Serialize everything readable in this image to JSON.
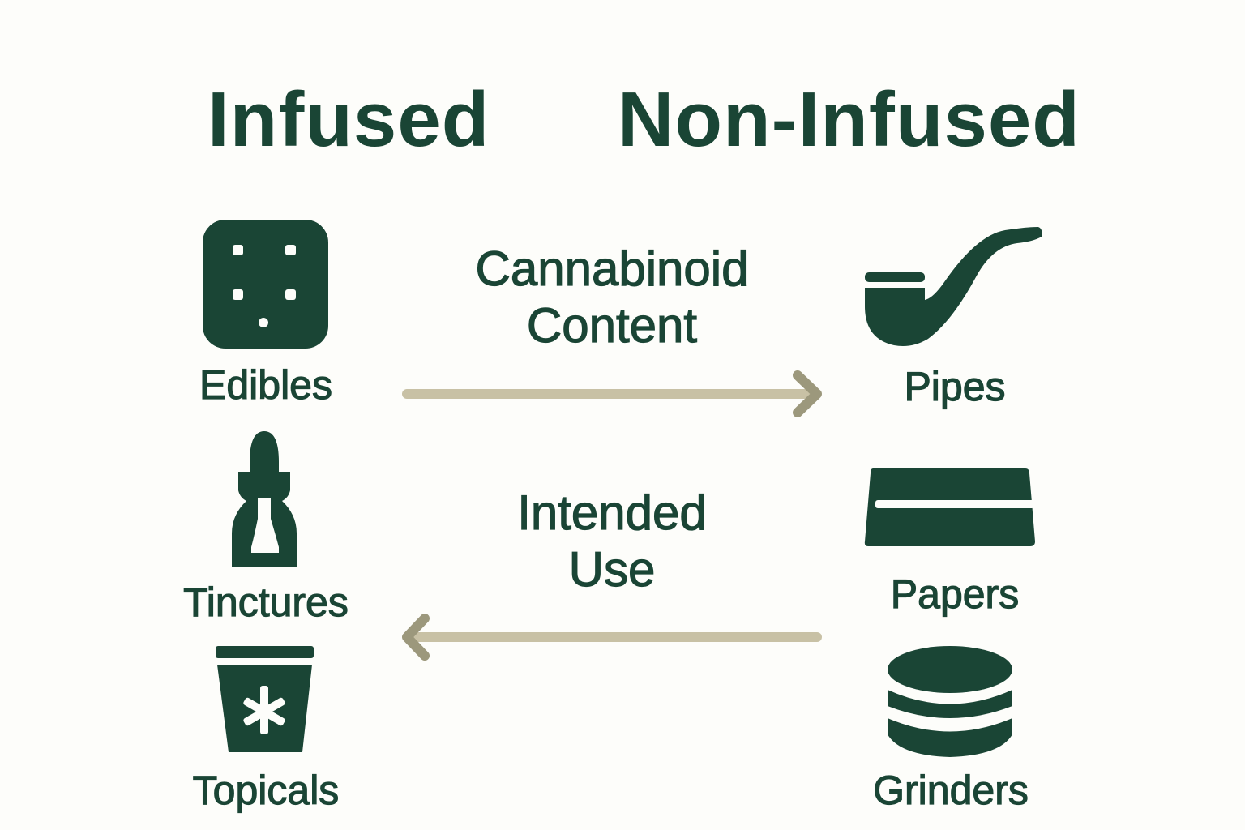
{
  "headings": {
    "left": "Infused",
    "right": "Non-Infused"
  },
  "infused_items": [
    {
      "label": "Edibles",
      "icon": "edible-square-icon"
    },
    {
      "label": "Tinctures",
      "icon": "dropper-bottle-icon"
    },
    {
      "label": "Topicals",
      "icon": "jar-leaf-icon"
    }
  ],
  "non_infused_items": [
    {
      "label": "Pipes",
      "icon": "pipe-icon"
    },
    {
      "label": "Papers",
      "icon": "rolling-papers-icon"
    },
    {
      "label": "Grinders",
      "icon": "grinder-icon"
    }
  ],
  "arrows": [
    {
      "label_line1": "Cannabinoid",
      "label_line2": "Content",
      "direction": "right"
    },
    {
      "label_line1": "Intended",
      "label_line2": "Use",
      "direction": "left"
    }
  ],
  "colors": {
    "primary": "#1a4535",
    "arrow": "#c8c1a5",
    "arrow_head": "#9c987c",
    "background": "#fdfdfa"
  }
}
